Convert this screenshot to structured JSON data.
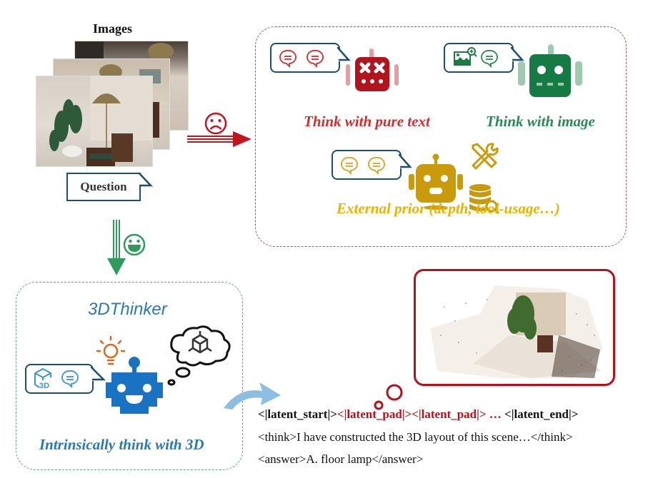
{
  "images": {
    "title": "Images",
    "count": 3,
    "question_label": "Question"
  },
  "failure_path": {
    "face": "sad-face-icon",
    "color": "#c0141e"
  },
  "success_path": {
    "face": "happy-face-icon",
    "color": "#2f9a5c"
  },
  "prior_methods": {
    "border_color": "#9a5a5a",
    "items": [
      {
        "label": "Think with pure text",
        "color": "#cf2f2f",
        "bubble_icons": [
          "chat-icon",
          "chat-icon"
        ],
        "robot": "dead-robot-icon"
      },
      {
        "label": "Think with image",
        "color": "#2a8a55",
        "bubble_icons": [
          "image-zoom-icon",
          "chat-icon"
        ],
        "robot": "neutral-robot-icon"
      },
      {
        "label": "External prior (depth, tool-usage…)",
        "color": "#e8b400",
        "bubble_icons": [
          "chat-icon",
          "chat-icon"
        ],
        "robot": "surprised-robot-icon",
        "extras": [
          "tools-icon",
          "database-search-icon"
        ]
      }
    ]
  },
  "thinker": {
    "title": "3DThinker",
    "subtitle": "Intrinsically think with 3D",
    "color": "#2a78b4",
    "bubble_icons": [
      "cube-3d-icon",
      "chat-icon"
    ],
    "thought_icon": "cube-icon",
    "idea_icon": "lightbulb-icon"
  },
  "output": {
    "line1": {
      "start": "<|latent_start|>",
      "pad1": "<|latent_pad|>",
      "pad2": "<|latent_pad|>",
      "ellipsis": " … ",
      "end": "<|latent_end|>"
    },
    "line2": "<think>I have constructed the 3D layout of this scene…</think>",
    "line3": "<answer>A. floor lamp</answer>"
  }
}
